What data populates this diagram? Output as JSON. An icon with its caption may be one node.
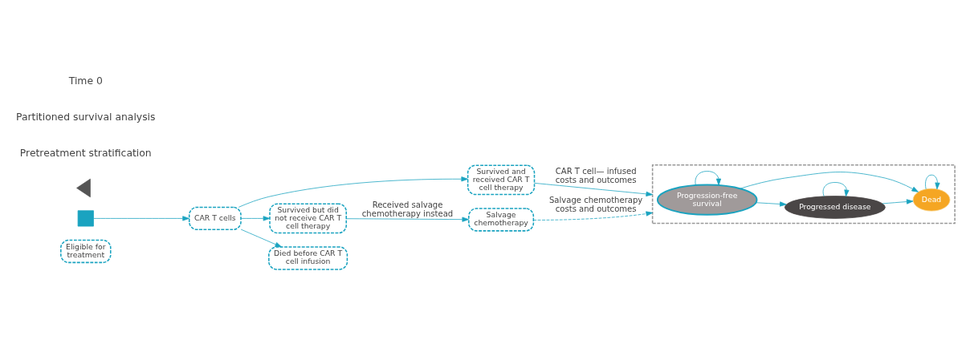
{
  "diagram": {
    "nodes": [
      {
        "text": [
          "Eligible for treatment"
        ]
      },
      {
        "text": [],
        "shape": "box"
      },
      {
        "text": [
          "CAR T cells"
        ]
      },
      {
        "text": [
          "Survived and received CAR T cell therapy"
        ]
      },
      {
        "text": [
          "Survived but did not receive CAR T cell therapy"
        ]
      },
      {
        "text": [
          "Died before CAR T cell infusion"
        ]
      },
      {
        "text": [],
        "shape": "triangle"
      },
      {
        "text": [
          "Salvage chemotherapy"
        ]
      },
      {
        "text": [],
        "shape": "box"
      },
      {
        "text": [
          "Progression-free survival"
        ],
        "in": 8
      },
      {
        "text": [
          "Progressed disease"
        ],
        "in": 8
      },
      {
        "text": [
          "Dead"
        ],
        "in": 8
      }
    ],
    "edges": [
      {
        "from": 1,
        "to": 2,
        "arrow": "to"
      },
      {
        "from": 2,
        "to": 3,
        "arrow": "to"
      },
      {
        "from": 2,
        "to": 4,
        "arrow": "to"
      },
      {
        "from": 2,
        "to": 5,
        "arrow": "to"
      },
      {
        "from": 4,
        "to": 7,
        "arrow": "to",
        "label": "Received salvage chemotherapy instead"
      },
      {
        "from": 3,
        "to": 8,
        "arrow": "to",
        "label": "CAR T cell— infused costs and outcomes"
      },
      {
        "from": 7,
        "to": 8,
        "arrow": "to",
        "label": "Salvage chemotherapy costs and outcomes",
        "style": "dashed"
      },
      {
        "from": 9,
        "to": 9,
        "arrow": "to"
      },
      {
        "from": 9,
        "to": 10,
        "arrow": "to"
      },
      {
        "from": 9,
        "to": 11,
        "arrow": "to"
      },
      {
        "from": 10,
        "to": 11,
        "arrow": "to"
      },
      {
        "from": 10,
        "to": 10,
        "arrow": "to"
      },
      {
        "from": 11,
        "to": 11,
        "arrow": "to"
      }
    ],
    "labels": [
      "Pretreatment stratification",
      "Partitioned survival analysis",
      "Time 0"
    ]
  }
}
